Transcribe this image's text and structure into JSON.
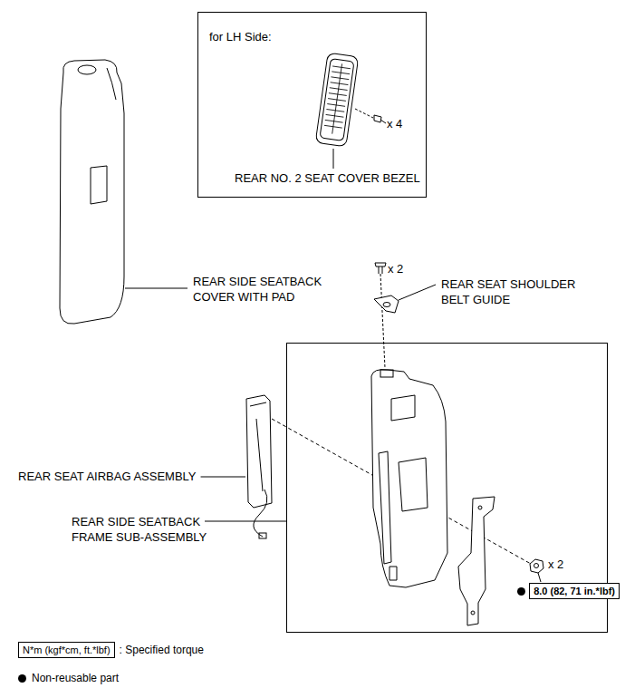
{
  "diagram": {
    "nodes": [
      {
        "text": [
          "for LH Side:",
          "x 4",
          "REAR NO. 2 SEAT COVER BEZEL"
        ]
      },
      {
        "text": [
          "REAR SIDE SEATBACK FRAME SUB-ASSEMBLY"
        ]
      },
      {
        "text": [
          "8.0 (82, 71 in.*lbf)"
        ]
      },
      {
        "text": [
          "N*m (kgf*cm, ft.*lbf)"
        ]
      }
    ],
    "labels": [
      "REAR SIDE SEATBACK COVER WITH PAD",
      "x 2",
      "REAR SEAT SHOULDER BELT GUIDE",
      "REAR SEAT AIRBAG ASSEMBLY",
      "x 2",
      ": Specified torque"
    ],
    "legend": [
      {
        "text": "Non-reusable part"
      }
    ]
  }
}
